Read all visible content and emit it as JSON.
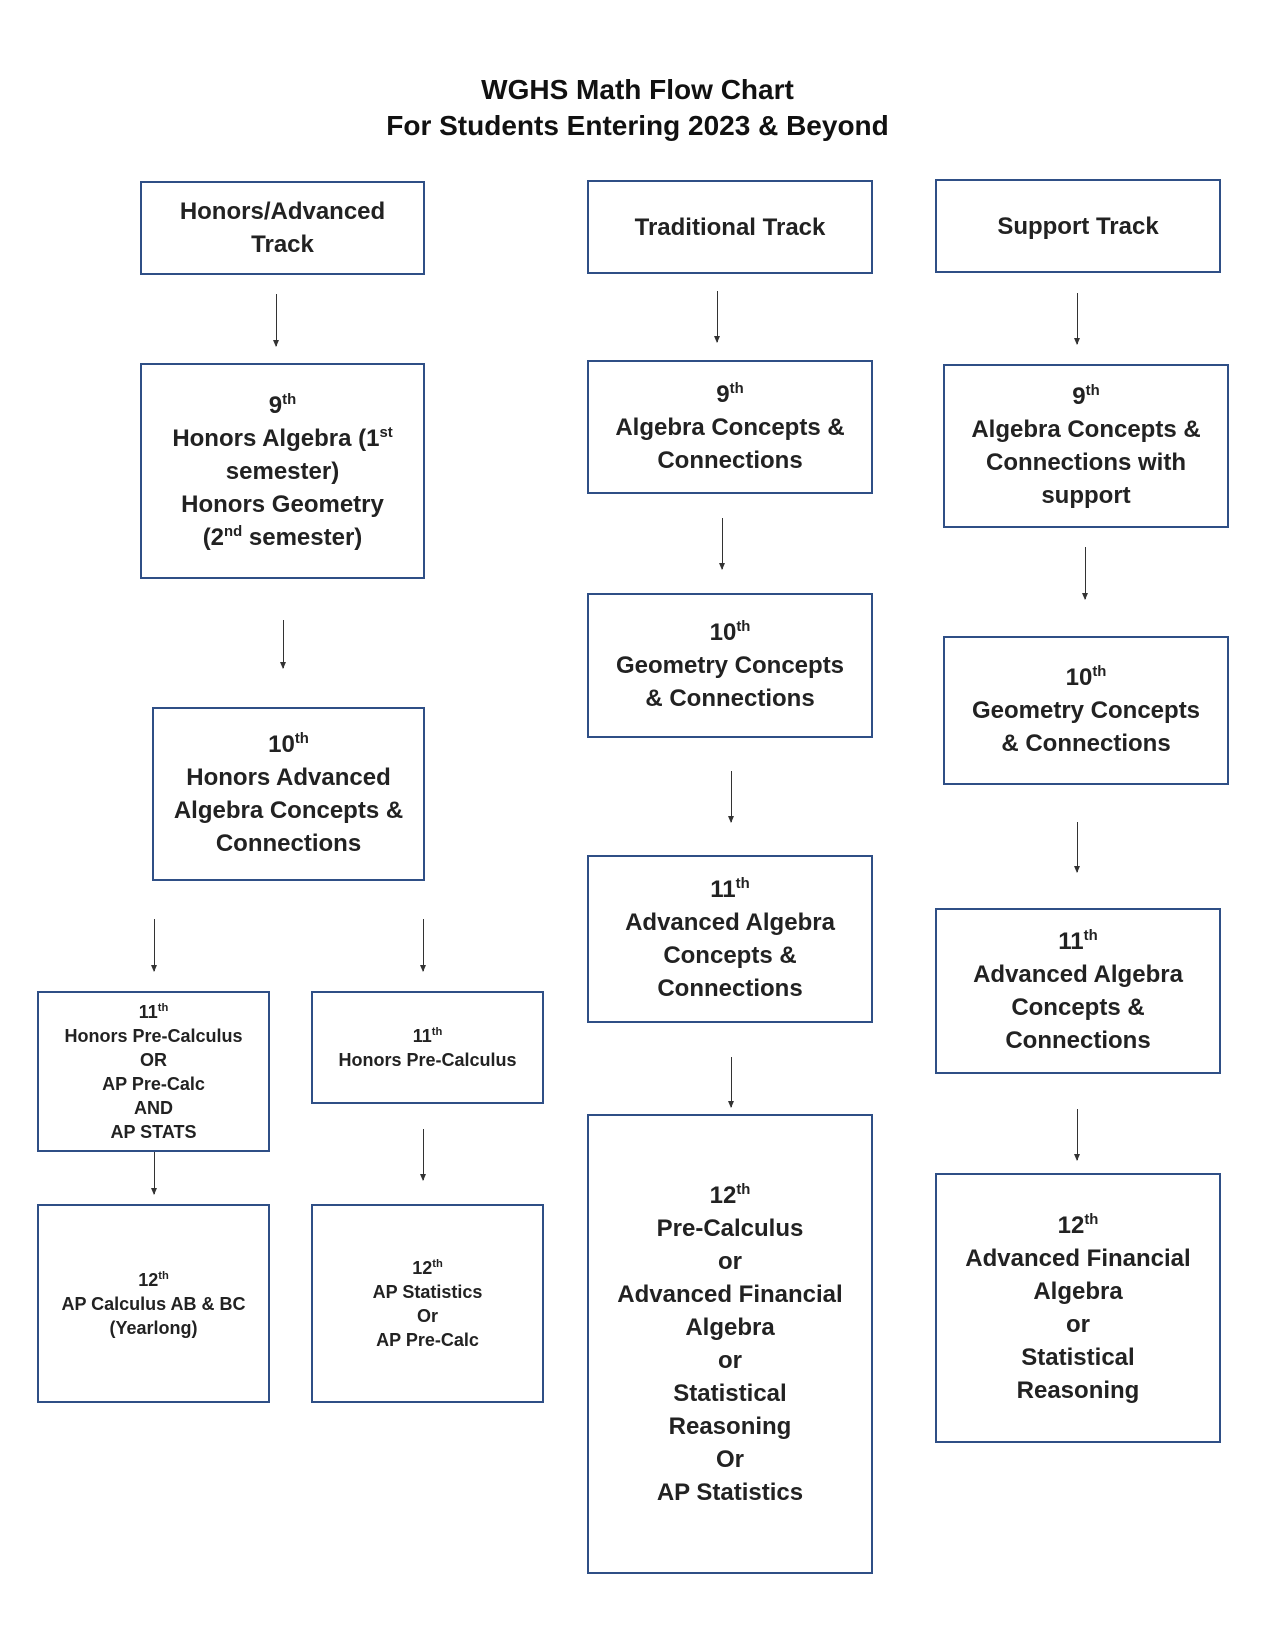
{
  "title": {
    "line1": "WGHS Math Flow Chart",
    "line2": "For Students Entering 2023 & Beyond"
  },
  "colors": {
    "box_border": "#2f4f86",
    "arrow": "#333333",
    "text": "#222222"
  },
  "tracks": {
    "honors": {
      "header": {
        "line1": "Honors/Advanced",
        "line2": "Track"
      },
      "grade9": {
        "grade_num": "9",
        "grade_sup": "th",
        "line1_pre": "Honors Algebra (1",
        "line1_sup": "st",
        "line2": "semester)",
        "line3": "Honors Geometry",
        "line4_pre": "(2",
        "line4_sup": "nd",
        "line4_post": " semester)"
      },
      "grade10": {
        "grade_num": "10",
        "grade_sup": "th",
        "line1": "Honors Advanced",
        "line2": "Algebra Concepts &",
        "line3": "Connections"
      },
      "grade11_left": {
        "grade_num": "11",
        "grade_sup": "th",
        "line1": "Honors Pre-Calculus",
        "line2": "OR",
        "line3": "AP Pre-Calc",
        "line4": "AND",
        "line5": "AP STATS"
      },
      "grade11_right": {
        "grade_num": "11",
        "grade_sup": "th",
        "line1": "Honors Pre-Calculus"
      },
      "grade12_left": {
        "grade_num": "12",
        "grade_sup": "th",
        "line1": "AP Calculus AB & BC",
        "line2": "(Yearlong)"
      },
      "grade12_right": {
        "grade_num": "12",
        "grade_sup": "th",
        "line1": "AP Statistics",
        "line2": "Or",
        "line3": "AP Pre-Calc"
      }
    },
    "traditional": {
      "header": {
        "line1": "Traditional Track"
      },
      "grade9": {
        "grade_num": "9",
        "grade_sup": "th",
        "line1": "Algebra Concepts &",
        "line2": "Connections"
      },
      "grade10": {
        "grade_num": "10",
        "grade_sup": "th",
        "line1": "Geometry Concepts",
        "line2": "& Connections"
      },
      "grade11": {
        "grade_num": "11",
        "grade_sup": "th",
        "line1": "Advanced Algebra",
        "line2": "Concepts &",
        "line3": "Connections"
      },
      "grade12": {
        "grade_num": "12",
        "grade_sup": "th",
        "line1": "Pre-Calculus",
        "line2": "or",
        "line3": "Advanced Financial",
        "line4": "Algebra",
        "line5": "or",
        "line6": "Statistical",
        "line7": "Reasoning",
        "line8": "Or",
        "line9": "AP Statistics"
      }
    },
    "support": {
      "header": {
        "line1": "Support Track"
      },
      "grade9": {
        "grade_num": "9",
        "grade_sup": "th",
        "line1": "Algebra Concepts &",
        "line2": "Connections with",
        "line3": "support"
      },
      "grade10": {
        "grade_num": "10",
        "grade_sup": "th",
        "line1": "Geometry Concepts",
        "line2": "& Connections"
      },
      "grade11": {
        "grade_num": "11",
        "grade_sup": "th",
        "line1": "Advanced Algebra",
        "line2": "Concepts &",
        "line3": "Connections"
      },
      "grade12": {
        "grade_num": "12",
        "grade_sup": "th",
        "line1": "Advanced Financial",
        "line2": "Algebra",
        "line3": "or",
        "line4": "Statistical",
        "line5": "Reasoning"
      }
    }
  }
}
